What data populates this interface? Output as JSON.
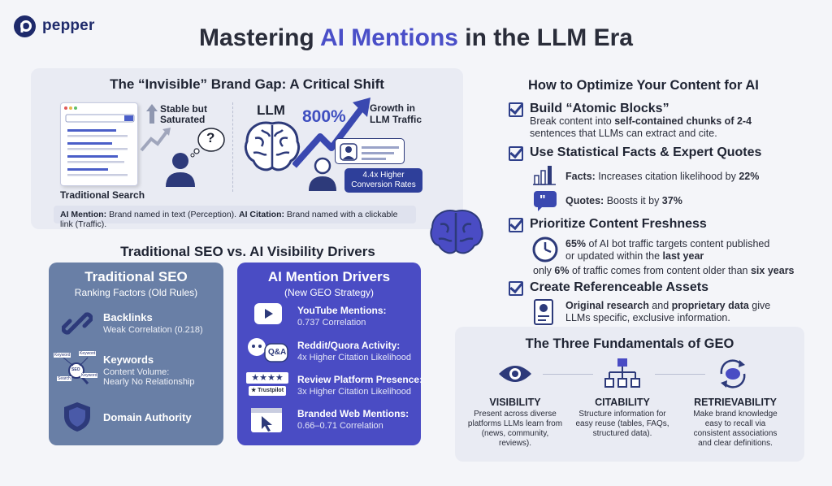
{
  "brand": {
    "name": "pepper"
  },
  "title": {
    "part1": "Mastering ",
    "highlight": "AI Mentions",
    "part2": " in the LLM Era"
  },
  "gap": {
    "title": "The “Invisible” Brand Gap: A Critical Shift",
    "stable": "Stable but",
    "saturated": "Saturated",
    "traditional_search": "Traditional Search",
    "llm": "LLM",
    "growth_pct": "800%",
    "growth_label1": "Growth in",
    "growth_label2": "LLM Traffic",
    "conversion1": "4.4x Higher",
    "conversion2": "Conversion Rates",
    "question": "?",
    "mention_bold1": "AI Mention:",
    "mention_text1": " Brand named in text (Perception). ",
    "mention_bold2": "AI Citation:",
    "mention_text2": " Brand named with a clickable link (Traffic)."
  },
  "drivers": {
    "title": "Traditional SEO vs. AI Visibility Drivers",
    "seo": {
      "title": "Traditional SEO",
      "subtitle": "Ranking Factors (Old Rules)",
      "items": [
        {
          "title": "Backlinks",
          "sub": "Weak Correlation (0.218)"
        },
        {
          "title": "Keywords",
          "sub": "Content Volume:",
          "sub2": "Nearly No Relationship"
        },
        {
          "title": "Domain Authority"
        }
      ],
      "keyword_tags": [
        "Keyword",
        "Keyword",
        "Keyword",
        "Search",
        "SEO"
      ]
    },
    "ai": {
      "title": "AI Mention Drivers",
      "subtitle": "(New GEO Strategy)",
      "items": [
        {
          "title": "YouTube Mentions:",
          "sub": "0.737 Correlation"
        },
        {
          "title": "Reddit/Quora Activity:",
          "sub": "4x Higher Citation Likelihood"
        },
        {
          "title": "Review Platform Presence:",
          "sub": "3x Higher Citation Likelihood"
        },
        {
          "title": "Branded Web Mentions:",
          "sub": "0.66–0.71 Correlation"
        }
      ],
      "qa_label": "Q&A",
      "stars": "★★★★",
      "trustpilot": "★ Trustpilot"
    }
  },
  "optimize": {
    "title": "How to Optimize Your Content for AI",
    "atomic": {
      "title": "Build “Atomic Blocks”",
      "text1": "Break content into ",
      "bold": "self-contained chunks of 2-4",
      "text2": "sentences that LLMs can extract and cite."
    },
    "facts": {
      "title": "Use Statistical Facts & Expert Quotes",
      "facts_label": "Facts:",
      "facts_text": " Increases citation likelihood by ",
      "facts_value": "22%",
      "quotes_label": "Quotes:",
      "quotes_text": " Boosts it by ",
      "quotes_value": "37%"
    },
    "fresh": {
      "title": "Prioritize Content Freshness",
      "pct": "65%",
      "text1": " of AI bot traffic targets content published",
      "text2": "or updated within the ",
      "bold2": "last year",
      "text3": "only ",
      "bold3": "6%",
      "text4": " of traffic comes from content older than ",
      "bold4": "six years"
    },
    "assets": {
      "title": "Create Referenceable Assets",
      "bold1": "Original research",
      "text1": " and ",
      "bold2": "proprietary data",
      "text2": " give",
      "text3": "LLMs specific, exclusive information."
    }
  },
  "geo": {
    "title": "The Three Fundamentals of GEO",
    "items": [
      {
        "head": "VISIBILITY",
        "lines": [
          "Present across diverse",
          "platforms LLMs learn from",
          "(news, community,",
          "reviews)."
        ]
      },
      {
        "head": "CITABILITY",
        "lines": [
          "Structure information for",
          "easy reuse (tables, FAQs,",
          "structured data)."
        ]
      },
      {
        "head": "RETRIEVABILITY",
        "lines": [
          "Make brand knowledge",
          "easy to recall via",
          "consistent associations",
          "and clear definitions."
        ]
      }
    ]
  },
  "colors": {
    "accent": "#4a4fc8",
    "navy": "#1e2a6b",
    "seo_card": "#697fa6",
    "ai_card": "#4a4cc4"
  }
}
